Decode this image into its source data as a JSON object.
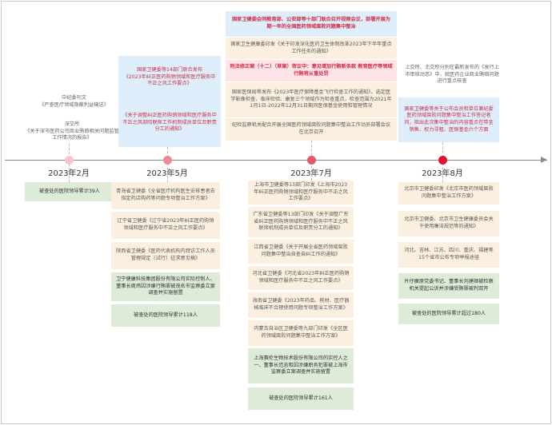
{
  "timeline": {
    "dates": [
      "2023年2月",
      "2023年5月",
      "2023年7月",
      "2023年8月"
    ],
    "colors": {
      "dot1": "#f6c6cc",
      "dot2": "#ea8c96",
      "dot3": "#e15b6b",
      "dot4": "#e0142c"
    }
  },
  "feb": {
    "above": [
      "中纪委刊文\n《严查医疗领域隐蔽利益输送》",
      "深交所\n《关于深市医药公司商业贿赂相关问题监管工作情况的报告》"
    ],
    "below": [
      "被查处的医院领导累计39人"
    ]
  },
  "may": {
    "above": [
      "国家卫健委等14部门联合发布\n《2023年纠正医药购销领域和医疗服务中不正之风工作要点》",
      "《关于调整纠正医药购销领域和医疗服务中不正之风部际联席工作机制成员单位及职责分工的通知》"
    ],
    "below": [
      "青海省卫健委《全省医疗机构医生安排患者去指定药店购药等问题专项整治工作方案》",
      "辽宁省卫健委《辽宁省2023年纠正医药购销领域和医疗服务中不正之风工作要点》",
      "陕西省卫健委《医药代表机构内拜访工作人员管理规定（试行）征求意见稿》",
      "卫宁健康科技集团股份有限公司实际控制人、董事长周炜因涉嫌行贿罪被茂名市监察委立案调查并实施留置",
      "被查处的医院领导累计118人"
    ]
  },
  "jul": {
    "above": [
      "国家卫健委会同教育部、公安部等十部门联合召开视频会议，部署开展为期一年的全国医药领域腐败问题集中整治",
      "国家卫生健康委印发《关于印发深化医药卫生体制改革2023年下半年重点工作任务的通知》",
      "刑法修正案（十二）（草案）审议中：意见增加行贿新条款 教育医疗等领域行贿将从重处罚",
      "国家医保局等发布《2023年医疗保障基金飞行检查工作的通知》，选定医学影像检查、临床检验、康复三个领域作为检查重点，检查范围为2021年1月1日-2022年12月31日期间医保基金使用和管理情况",
      "纪检监察机关配合开展全国医药领域腐败问题集中整治工作动员部署会议在北京召开"
    ],
    "below": [
      "上海市卫健委等13部门印发《上海市2023年纠正医药购销领域和医疗服务中不正之风工作要点》",
      "广东省卫健委等13部门印发《关于调整广东省纠正医药购销领域和医疗服务中不正之风联席机制成员单位及职责分工的通知》",
      "江西省卫健委《关于开展全省医药领域腐败问题集中整治自查自纠工作的通知》",
      "河北省卫健委《河北省2023年纠正医药购销领域和医疗服务中不正之风工作要点》",
      "海南省卫健委《2023年药品、耗材、医疗器械临床不合理使用问题专项整治工作方案》",
      "内蒙古自治区卫健委等九部门印发《全区医药领域腐败问题集中整治工作方案》",
      "上海赛伦生物技术股份有限公司的实控人之一、董事长范志和因涉嫌职务犯罪被上海市监察委立案调查并实施留置",
      "被查处的医院领导累计161人"
    ]
  },
  "aug": {
    "above": [
      "上交所、北交所分别在最新发布的《发行上市审核动态》中，就医药企业商业贿赂问题进行重点核查",
      "国家卫健委等关于公布会员和单位兼纪委医药领域腐败问题集中整治工作答记者问，指出此次集中整治的内容重点在带金销售、权力寻租、医保基金六个方面"
    ],
    "below": [
      "北京市卫健委印发《北京市医药领域腐败问题集中整治工作方案》",
      "北京市卫健委、北京市卫生健康委员会关于使用廉洁规范等的通知》",
      "河北、吉林、江苏、四川、重庆、福建等15个省市公布专项举报途径",
      "片仔癀原党委书记、董事长刘建顺被检察机关提起公诉并涉嫌受贿罪被判双开",
      "被查处的医院领导累计超过180人"
    ]
  }
}
